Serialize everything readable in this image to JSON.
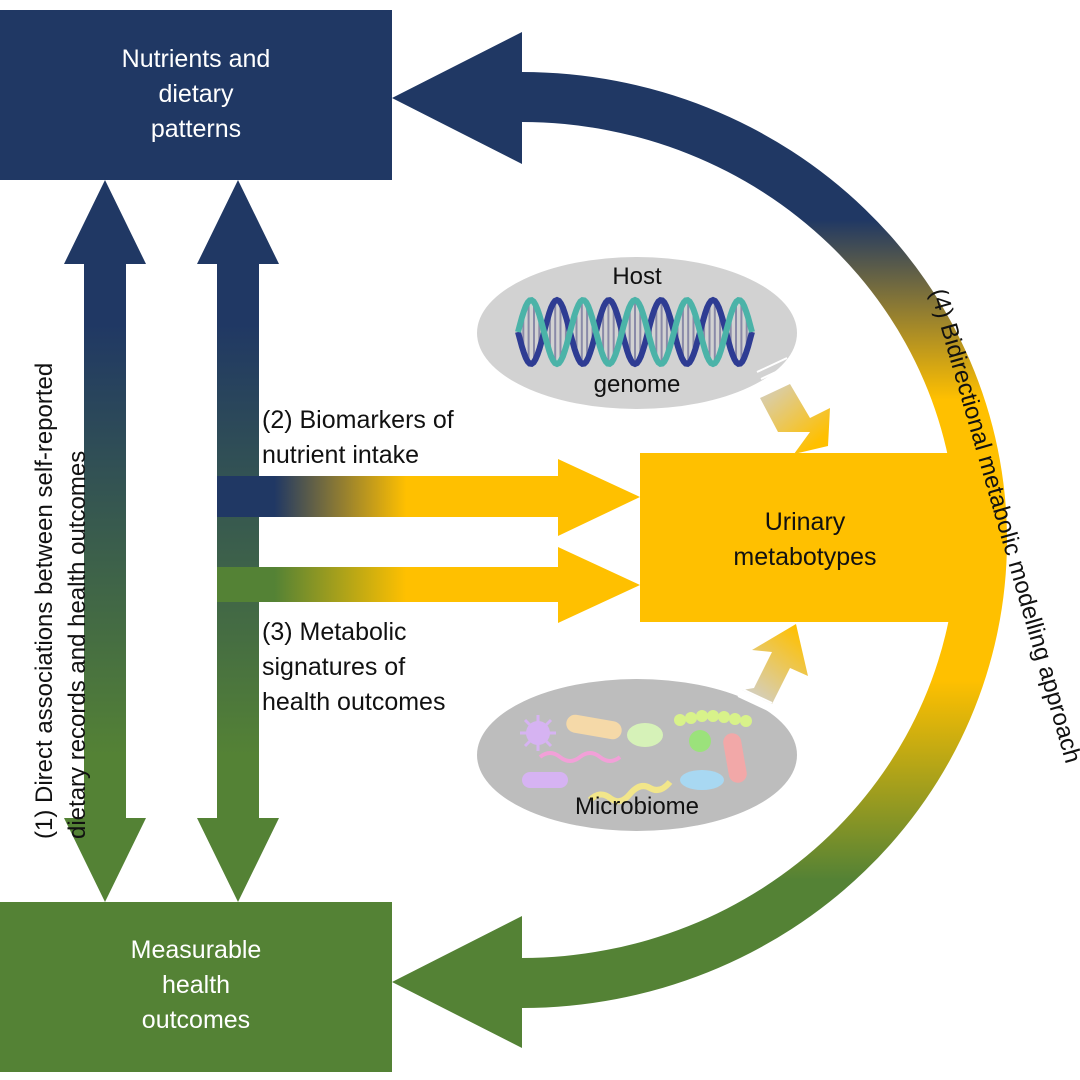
{
  "nodes": {
    "nutrients": "Nutrients and\ndietary\npatterns",
    "health": "Measurable\nhealth\noutcomes",
    "urinary": "Urinary\nmetabotypes",
    "host_top": "Host",
    "host_bottom": "genome",
    "microbiome": "Microbiome"
  },
  "labels": {
    "direct": "(1) Direct associations between self-reported\ndietary records and health outcomes",
    "biomarkers": "(2) Biomarkers of\nnutrient intake",
    "signatures": "(3) Metabolic\nsignatures of\nhealth outcomes",
    "bidirectional": "(4) Bidirectional metabolic modelling approach"
  },
  "colors": {
    "navy": "#203864",
    "green": "#548235",
    "gold": "#ffc000",
    "grey": "#c9c9c9"
  }
}
